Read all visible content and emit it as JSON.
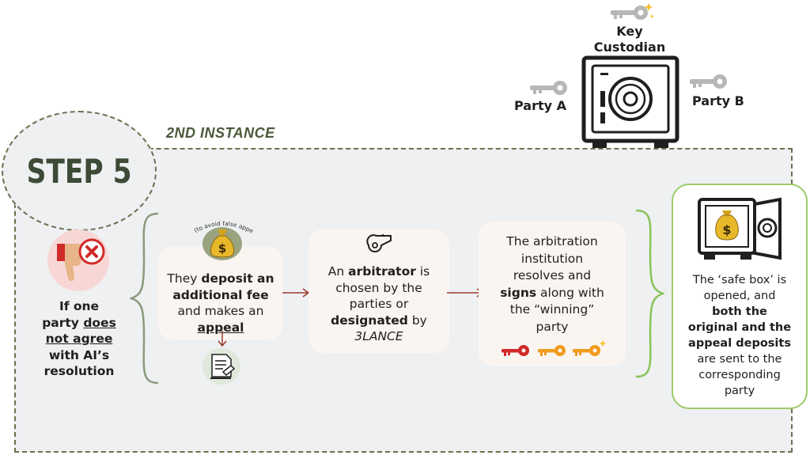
{
  "header": {
    "key_custodian": "Key\nCustodian",
    "party_a": "Party A",
    "party_b": "Party B",
    "instance": "2ND INSTANCE",
    "step": "STEP 5"
  },
  "left": {
    "line1": "If one",
    "line2_pre": "party ",
    "line2_u": "does",
    "line3_u": "not agree",
    "line4": "with AI’s",
    "line5": "resolution"
  },
  "card1": {
    "tiny": "(to avoid false appeals)",
    "t1": "They ",
    "b1": "deposit an",
    "b2": "additional fee",
    "t2": "and makes an",
    "u1": "appeal"
  },
  "card2": {
    "t1": "An ",
    "b1": "arbitrator",
    "t2": " is",
    "t3": "chosen by the",
    "t4": "parties or",
    "b2": "designated",
    "t5": " by",
    "i1": "3LANCE"
  },
  "card3": {
    "t1": "The arbitration",
    "t2": "institution",
    "t3": "resolves and",
    "b1": "signs",
    "t4": " along with",
    "t5": "the “winning”",
    "t6": "party"
  },
  "final": {
    "t1": "The ‘safe box’ is",
    "t2": "opened, and",
    "b1": "both the",
    "b2": "original and the",
    "b3": "appeal deposits",
    "t3": "are sent to the",
    "t4": "corresponding",
    "t5": "party"
  },
  "colors": {
    "panel_border": "#6a7050",
    "panel_bg": "#eef0f2",
    "final_border": "#9ccb6a",
    "key_gray": "#b7b7b7",
    "key_red": "#d12a2a",
    "key_orange": "#f09a1e",
    "arrow": "#9b3a2a"
  },
  "icons": [
    "key-icon",
    "safe-icon",
    "thumbs-down-icon",
    "money-bag-icon",
    "whistle-icon",
    "document-icon",
    "open-safe-icon"
  ]
}
